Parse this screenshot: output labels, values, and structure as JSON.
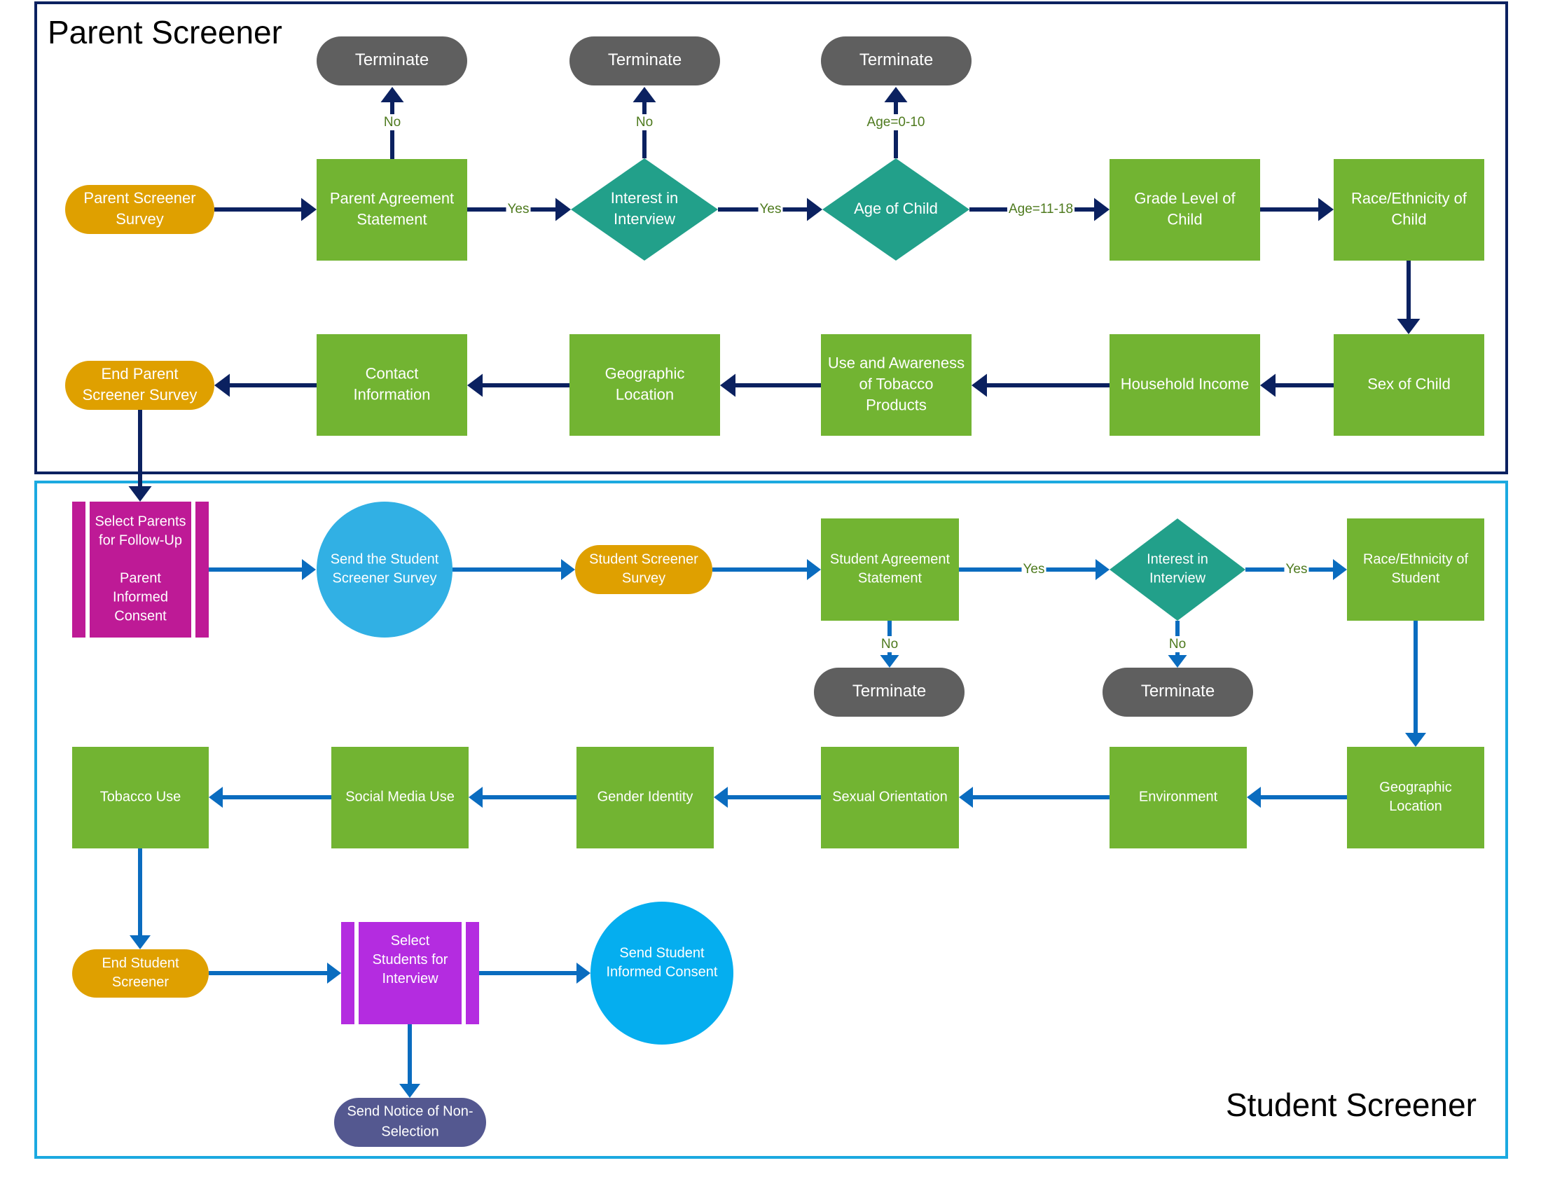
{
  "colors": {
    "parent_border": "#0b2160",
    "student_border": "#1ba9e0",
    "parent_arrow": "#0b2160",
    "student_arrow": "#0a6cbf",
    "process_green": "#72b432",
    "decision_teal": "#22a08a",
    "terminator_gray": "#5f5f5f",
    "start_end_orange": "#dfa000",
    "circle_blue": "#31b0e4",
    "circle_blue_2": "#05aeef",
    "predefined_magenta": "#be1a96",
    "predefined_purple": "#b42ce0",
    "notice_slate": "#545890",
    "label_green": "#4e7a1e"
  },
  "parent_section": {
    "title": "Parent Screener",
    "nodes": {
      "start": {
        "lines": [
          "Parent Screener",
          "Survey"
        ],
        "shape": "start-end"
      },
      "agreement": {
        "lines": [
          "Parent Agreement",
          "Statement"
        ],
        "shape": "process"
      },
      "terminate_1": {
        "lines": [
          "Terminate"
        ],
        "shape": "terminator"
      },
      "interest": {
        "lines": [
          "Interest in",
          "Interview"
        ],
        "shape": "decision"
      },
      "terminate_2": {
        "lines": [
          "Terminate"
        ],
        "shape": "terminator"
      },
      "age": {
        "lines": [
          "Age of Child"
        ],
        "shape": "decision"
      },
      "terminate_3": {
        "lines": [
          "Terminate"
        ],
        "shape": "terminator"
      },
      "grade": {
        "lines": [
          "Grade Level of",
          "Child"
        ],
        "shape": "process"
      },
      "race": {
        "lines": [
          "Race/Ethnicity of",
          "Child"
        ],
        "shape": "process"
      },
      "sex": {
        "lines": [
          "Sex of Child"
        ],
        "shape": "process"
      },
      "income": {
        "lines": [
          "Household Income"
        ],
        "shape": "process"
      },
      "tobacco_awareness": {
        "lines": [
          "Use and Awareness",
          "of Tobacco",
          "Products"
        ],
        "shape": "process"
      },
      "geo": {
        "lines": [
          "Geographic",
          "Location"
        ],
        "shape": "process"
      },
      "contact": {
        "lines": [
          "Contact",
          "Information"
        ],
        "shape": "process"
      },
      "end": {
        "lines": [
          "End Parent",
          "Screener Survey"
        ],
        "shape": "start-end"
      }
    },
    "edge_labels": {
      "agreement_no": "No",
      "agreement_yes": "Yes",
      "interest_no": "No",
      "interest_yes": "Yes",
      "age_young": "Age=0-10",
      "age_eligible": "Age=11-18"
    }
  },
  "student_section": {
    "title": "Student Screener",
    "nodes": {
      "select_parents": {
        "lines": [
          "Select Parents",
          "for Follow-Up",
          "",
          "Parent",
          "Informed",
          "Consent"
        ],
        "shape": "predefined-process"
      },
      "send_survey": {
        "lines": [
          "Send the Student",
          "Screener Survey"
        ],
        "shape": "circle"
      },
      "start": {
        "lines": [
          "Student Screener",
          "Survey"
        ],
        "shape": "start-end"
      },
      "agreement": {
        "lines": [
          "Student Agreement",
          "Statement"
        ],
        "shape": "process"
      },
      "terminate_1": {
        "lines": [
          "Terminate"
        ],
        "shape": "terminator"
      },
      "interest": {
        "lines": [
          "Interest in",
          "Interview"
        ],
        "shape": "decision"
      },
      "terminate_2": {
        "lines": [
          "Terminate"
        ],
        "shape": "terminator"
      },
      "race": {
        "lines": [
          "Race/Ethnicity of",
          "Student"
        ],
        "shape": "process"
      },
      "geo": {
        "lines": [
          "Geographic",
          "Location"
        ],
        "shape": "process"
      },
      "environment": {
        "lines": [
          "Environment"
        ],
        "shape": "process"
      },
      "sexual_orientation": {
        "lines": [
          "Sexual Orientation"
        ],
        "shape": "process"
      },
      "gender_identity": {
        "lines": [
          "Gender Identity"
        ],
        "shape": "process"
      },
      "social_media": {
        "lines": [
          "Social Media Use"
        ],
        "shape": "process"
      },
      "tobacco_use": {
        "lines": [
          "Tobacco Use"
        ],
        "shape": "process"
      },
      "end": {
        "lines": [
          "End Student",
          "Screener"
        ],
        "shape": "start-end"
      },
      "select_students": {
        "lines": [
          "Select",
          "Students for",
          "Interview"
        ],
        "shape": "predefined-process"
      },
      "send_consent": {
        "lines": [
          "Send Student",
          "Informed Consent"
        ],
        "shape": "circle"
      },
      "non_selection": {
        "lines": [
          "Send Notice of Non-",
          "Selection"
        ],
        "shape": "start-end"
      }
    },
    "edge_labels": {
      "agreement_yes": "Yes",
      "agreement_no": "No",
      "interest_yes": "Yes",
      "interest_no": "No"
    }
  }
}
